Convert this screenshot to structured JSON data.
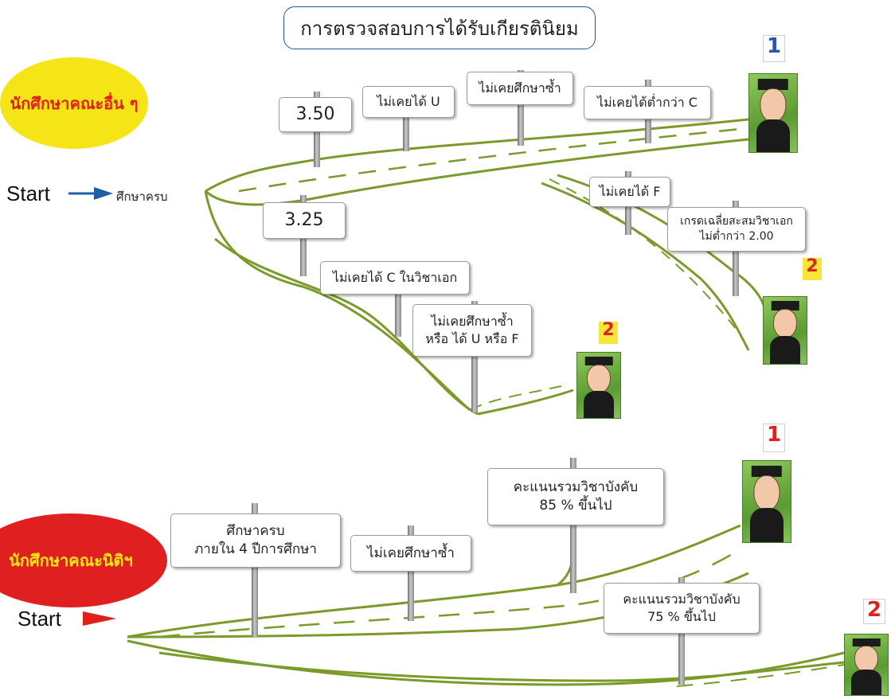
{
  "title": "การตรวจสอบการได้รับเกียรตินิยม",
  "top": {
    "group_label": "นักศึกษาคณะอื่น ๆ",
    "start_label": "Start",
    "start_note": "ศึกษาครบ",
    "honor1_sign1": "3.50",
    "honor1_sign2": "ไม่เคยได้ U",
    "honor1_sign3": "ไม่เคยศึกษาซ้ำ",
    "honor1_sign4": "ไม่เคยได้ต่ำกว่า C",
    "honor2_sign1": "3.25",
    "honor2_sign2": "ไม่เคยได้ C ในวิชาเอก",
    "honor2_sign3_line1": "ไม่เคยศึกษาซ้ำ",
    "honor2_sign3_line2": "หรือ ได้ U หรือ F",
    "alt_sign1": "ไม่เคยได้ F",
    "alt_sign2_line1": "เกรดเฉลี่ยสะสมวิชาเอก",
    "alt_sign2_line2": "ไม่ต่ำกว่า 2.00",
    "badge_first": "1",
    "badge_second_a": "2",
    "badge_second_b": "2"
  },
  "bottom": {
    "group_label": "นักศึกษาคณะนิติฯ",
    "start_label": "Start",
    "sign1_line1": "ศึกษาครบ",
    "sign1_line2": "ภายใน 4 ปีการศึกษา",
    "sign2": "ไม่เคยศึกษาซ้ำ",
    "sign3_line1": "คะแนนรวมวิชาบังคับ",
    "sign3_line2": "85 % ขึ้นไป",
    "sign4_line1": "คะแนนรวมวิชาบังคับ",
    "sign4_line2": "75 % ขึ้นไป",
    "badge_first": "1",
    "badge_second": "2"
  },
  "colors": {
    "road": "#7a9a2a",
    "title_border": "#2a4f9c",
    "arrow_blue": "#1f5fa8",
    "arrow_red": "#e0201b",
    "ellipse_yellow": "#f6e516",
    "ellipse_red": "#e01f20"
  },
  "icons": [
    "arrow-right-icon",
    "graduate-caricature-icon"
  ]
}
